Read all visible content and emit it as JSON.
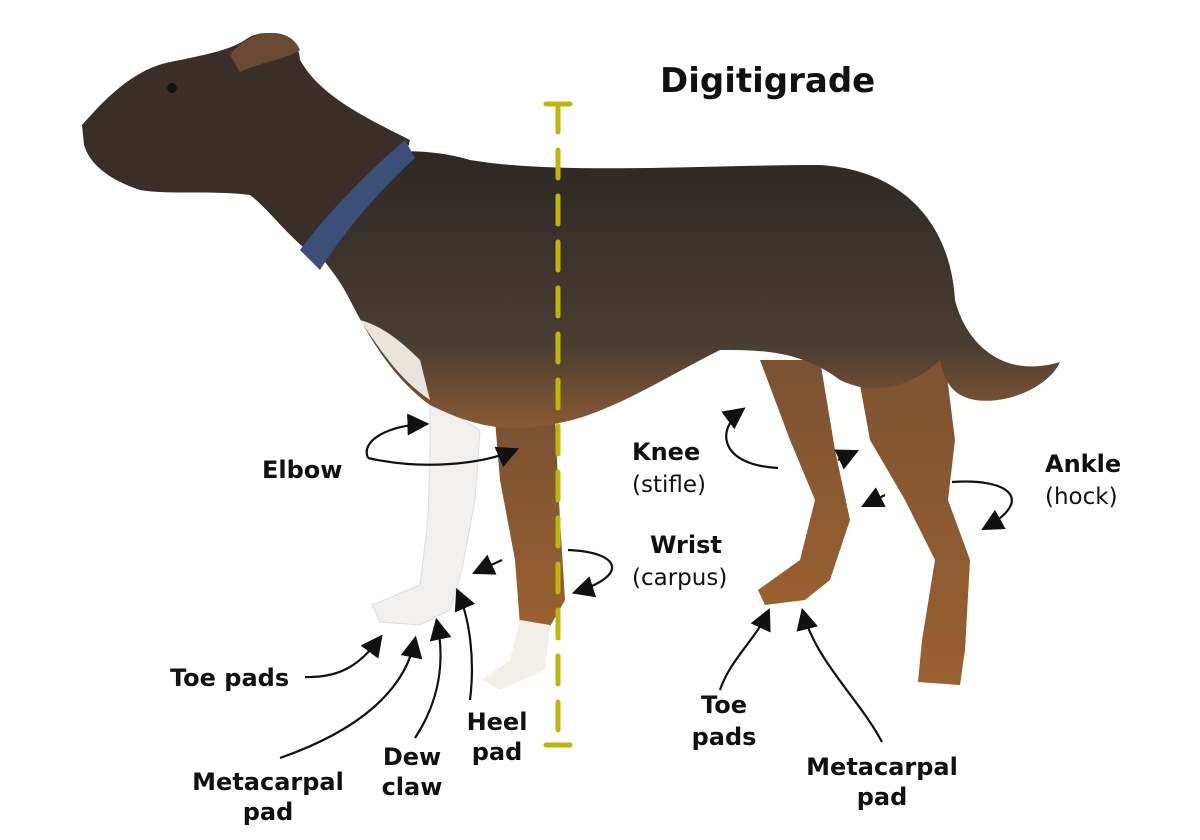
{
  "title": "Digitigrade",
  "colors": {
    "measure_line": "#c2b50a",
    "dog_dark": "#2f2a26",
    "dog_tan": "#8a5a34",
    "white_fur": "#f2f0ee",
    "collar": "#3b4f7a"
  },
  "labels": {
    "elbow": "Elbow",
    "knee": "Knee",
    "knee_alt": "(stifle)",
    "ankle": "Ankle",
    "ankle_alt": "(hock)",
    "wrist": "Wrist",
    "wrist_alt": "(carpus)",
    "front_toe_pads": "Toe pads",
    "front_metacarpal_1": "Metacarpal",
    "front_metacarpal_2": "pad",
    "dew_claw_1": "Dew",
    "dew_claw_2": "claw",
    "heel_pad_1": "Heel",
    "heel_pad_2": "pad",
    "rear_toe_pads_1": "Toe",
    "rear_toe_pads_2": "pads",
    "rear_metacarpal_1": "Metacarpal",
    "rear_metacarpal_2": "pad"
  }
}
